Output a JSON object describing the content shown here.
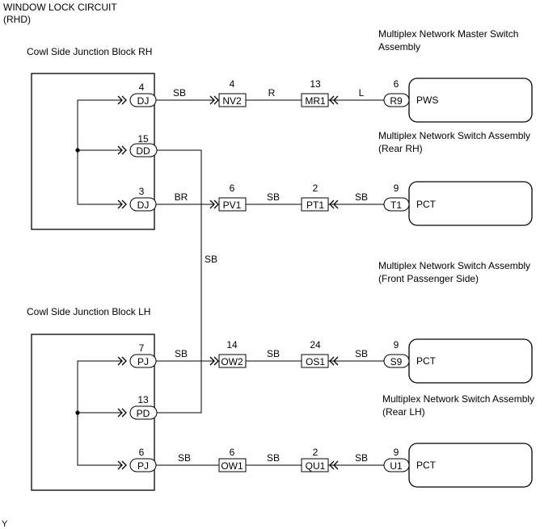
{
  "title": {
    "line1": "WINDOW LOCK CIRCUIT",
    "line2": "(RHD)"
  },
  "footer_mark": "Y",
  "blocks": {
    "rh_label": "Cowl Side Junction Block RH",
    "lh_label": "Cowl Side Junction Block LH"
  },
  "assemblies": {
    "master_line1": "Multiplex Network Master Switch",
    "master_line2": "Assembly",
    "rear_rh_line1": "Multiplex Network Switch Assembly",
    "rear_rh_line2": "(Rear RH)",
    "front_pass_line1": "Multiplex Network Switch Assembly",
    "front_pass_line2": "(Front Passenger Side)",
    "rear_lh_line1": "Multiplex Network Switch Assembly",
    "rear_lh_line2": "(Rear LH)"
  },
  "vertical_wire_color": "SB",
  "rows": [
    {
      "jb_pin": "4",
      "jb_conn": "DJ",
      "w1": "SB",
      "c1_pin": "4",
      "c1_conn": "NV2",
      "w2": "R",
      "c2_pin": "13",
      "c2_conn": "MR1",
      "w3": "L",
      "dev_pin": "6",
      "dev_conn": "R9",
      "dev_name": "PWS"
    },
    {
      "jb_pin": "15",
      "jb_conn": "DD"
    },
    {
      "jb_pin": "3",
      "jb_conn": "DJ",
      "w1": "BR",
      "c1_pin": "6",
      "c1_conn": "PV1",
      "w2": "SB",
      "c2_pin": "2",
      "c2_conn": "PT1",
      "w3": "SB",
      "dev_pin": "9",
      "dev_conn": "T1",
      "dev_name": "PCT"
    },
    {
      "jb_pin": "7",
      "jb_conn": "PJ",
      "w1": "SB",
      "c1_pin": "14",
      "c1_conn": "OW2",
      "w2": "SB",
      "c2_pin": "24",
      "c2_conn": "OS1",
      "w3": "SB",
      "dev_pin": "9",
      "dev_conn": "S9",
      "dev_name": "PCT"
    },
    {
      "jb_pin": "13",
      "jb_conn": "PD"
    },
    {
      "jb_pin": "6",
      "jb_conn": "PJ",
      "w1": "SB",
      "c1_pin": "6",
      "c1_conn": "OW1",
      "w2": "SB",
      "c2_pin": "2",
      "c2_conn": "QU1",
      "w3": "SB",
      "dev_pin": "9",
      "dev_conn": "U1",
      "dev_name": "PCT"
    }
  ]
}
